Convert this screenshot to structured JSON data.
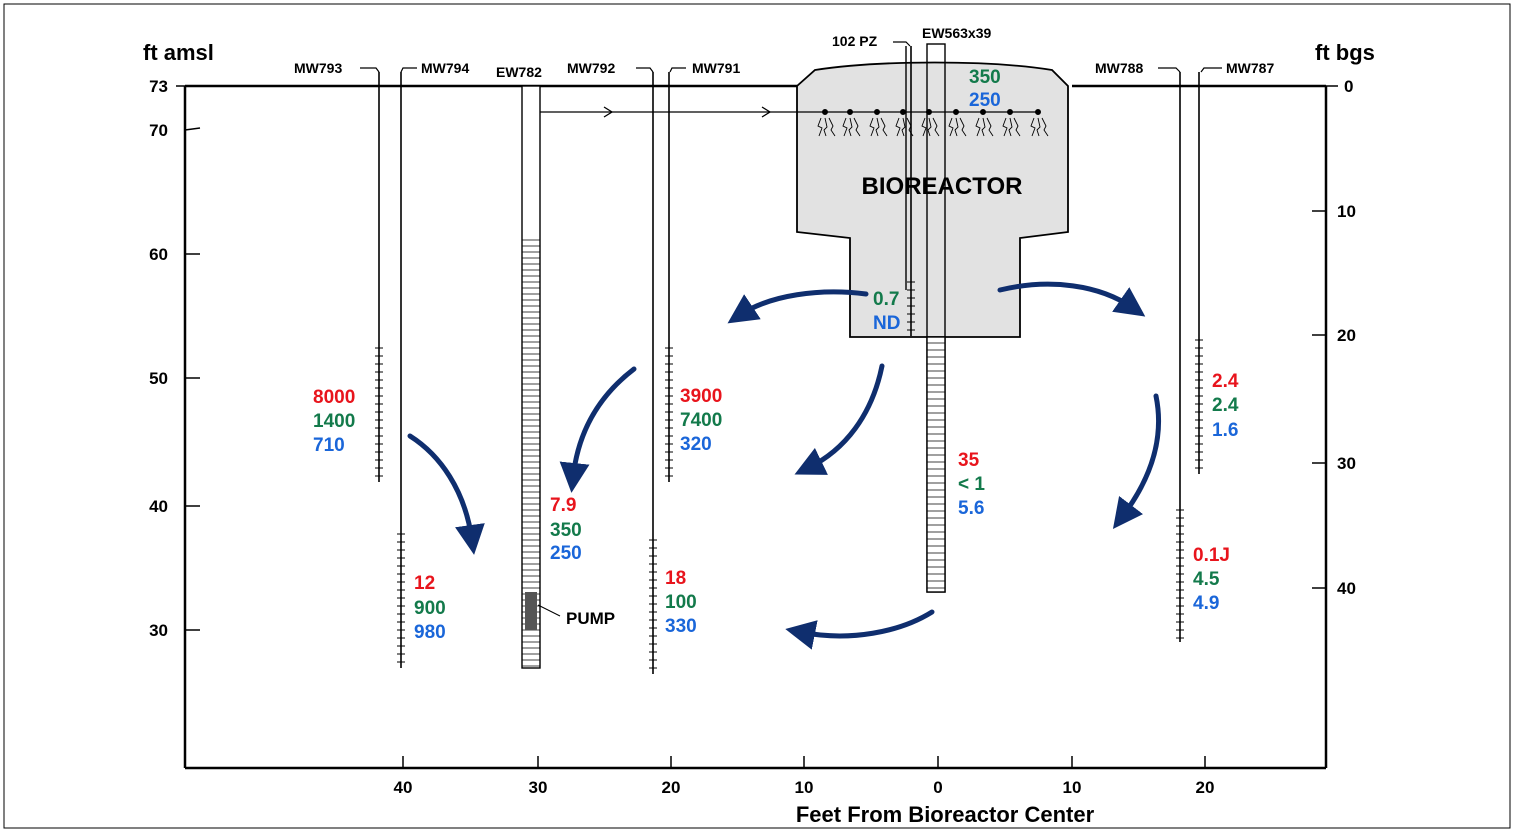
{
  "axes": {
    "left_title": "ft amsl",
    "right_title": "ft bgs",
    "x_title": "Feet From Bioreactor Center",
    "left_ticks": [
      "73",
      "70",
      "60",
      "50",
      "40",
      "30"
    ],
    "right_ticks": [
      "0",
      "10",
      "20",
      "30",
      "40"
    ],
    "x_ticks": [
      "40",
      "30",
      "20",
      "10",
      "0",
      "10",
      "20"
    ]
  },
  "wells": {
    "mw793": "MW793",
    "mw794": "MW794",
    "ew782": "EW782",
    "mw792": "MW792",
    "mw791": "MW791",
    "pz102": "102 PZ",
    "ew563": "EW563x39",
    "mw788": "MW788",
    "mw787": "MW787"
  },
  "labels": {
    "bioreactor": "BIOREACTOR",
    "pump": "PUMP"
  },
  "colors": {
    "red": "#e8141c",
    "green": "#137a4b",
    "blue": "#1a66d9",
    "arrow": "#0f2e6e",
    "bioreactor_fill": "#e2e2e2"
  },
  "concentrations": {
    "bio_top": [
      "350",
      "250"
    ],
    "bio_bottom": [
      "0.7",
      "ND"
    ],
    "mw793": [
      "8000",
      "1400",
      "710"
    ],
    "mw794": [
      "12",
      "900",
      "980"
    ],
    "ew782": [
      "7.9",
      "350",
      "250"
    ],
    "mw791_upper": [
      "3900",
      "7400",
      "320"
    ],
    "mw791_lower": [
      "18",
      "100",
      "330"
    ],
    "ew563": [
      "35",
      "< 1",
      "5.6"
    ],
    "mw787": [
      "2.4",
      "2.4",
      "1.6"
    ],
    "mw788": [
      "0.1J",
      "4.5",
      "4.9"
    ]
  }
}
